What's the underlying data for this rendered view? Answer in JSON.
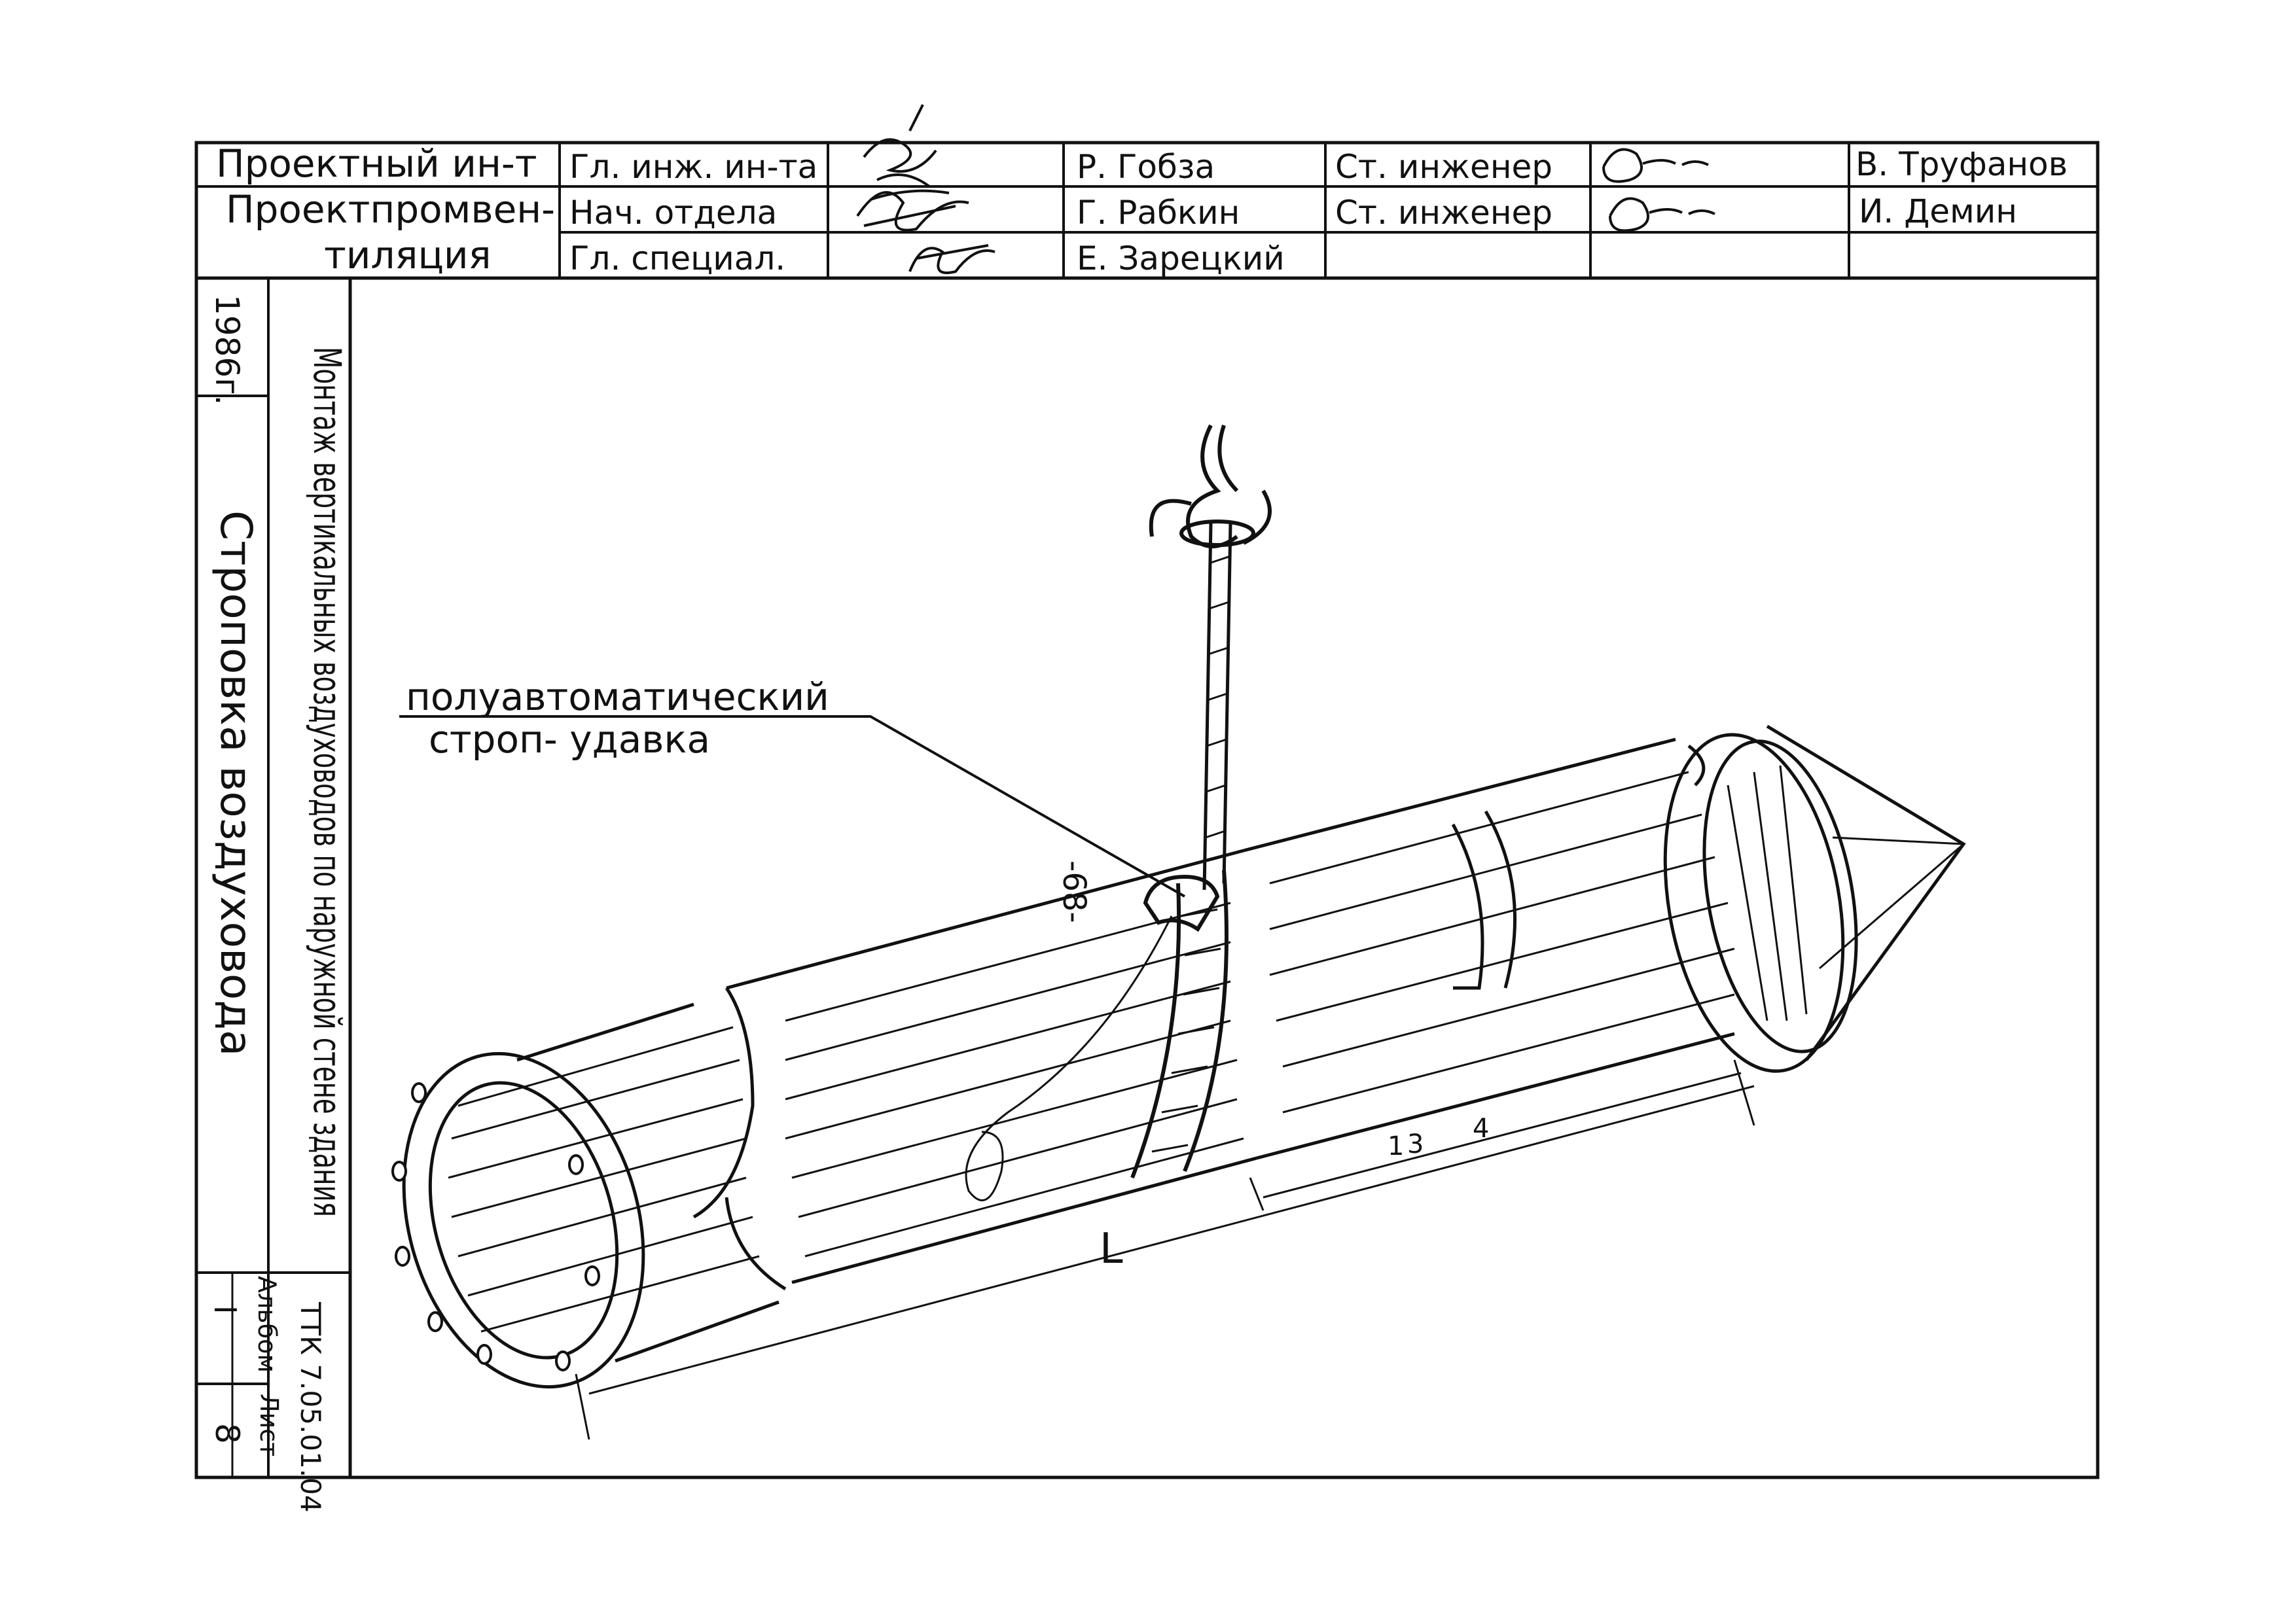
{
  "title_block": {
    "organization": [
      "Проектный ин-т",
      "Проектпромвен-",
      "тиляция"
    ],
    "roles": [
      "Гл. инж. ин-та",
      "Нач. отдела",
      "Гл. специал."
    ],
    "approvers": [
      "Р. Гобза",
      "Г. Рабкин",
      "Е. Зарецкий"
    ],
    "engineer_roles": [
      "Ст. инженер",
      "Ст. инженер"
    ],
    "performers": [
      "В. Труфанов",
      "И. Демин"
    ]
  },
  "side_block": {
    "year": "1986г.",
    "subject": "Монтаж вертикальных воздуховодов по наружной стене здания",
    "sheet_title": "Строповка воздуховода",
    "code": "ТТК 7.05.01.04",
    "album_label": "Альбом",
    "album_value": "I",
    "sheet_label": "Лист",
    "sheet_value": "8"
  },
  "page_number": "-68-",
  "drawing": {
    "callout_line1": "полуавтоматический",
    "callout_line2": "строп- удавка",
    "dim_L": "L",
    "part_1": "1",
    "part_3": "3",
    "part_4": "4"
  }
}
